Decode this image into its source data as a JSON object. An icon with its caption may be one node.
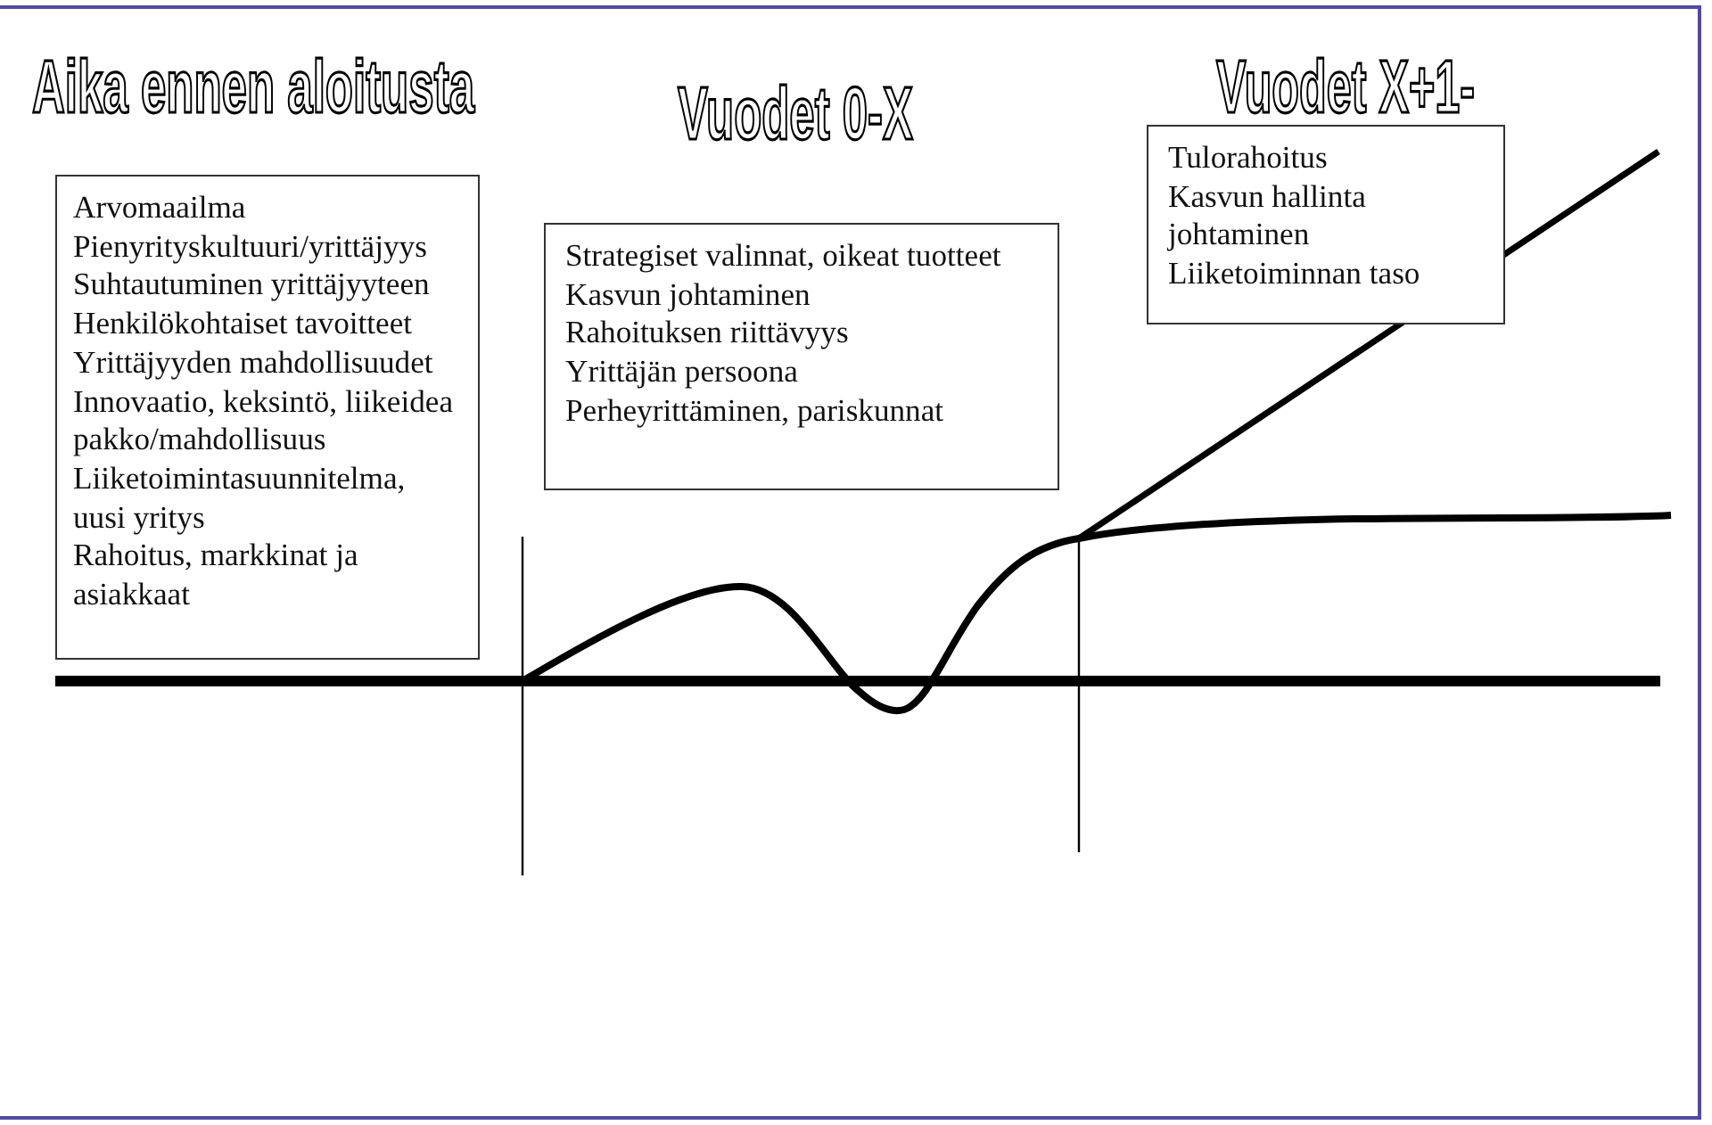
{
  "diagram": {
    "nodes": [
      {
        "text": [
          "Arvomaailma",
          "Pienyrityskultuuri/yrittäjyys",
          "Suhtautuminen yrittäjyyteen",
          "Henkilökohtaiset tavoitteet",
          "Yrittäjyyden mahdollisuudet",
          "Innovaatio, keksintö, liikeidea pakko/mahdollisuus",
          "Liiketoimintasuunnitelma, uusi yritys",
          "Rahoitus, markkinat ja asiakkaat"
        ]
      },
      {
        "text": [
          "Strategiset valinnat, oikeat tuotteet",
          "Kasvun johtaminen",
          "Rahoituksen riittävyys",
          "Yrittäjän persoona",
          "Perheyrittäminen, pariskunnat"
        ]
      },
      {
        "text": [
          "Tulorahoitus",
          "Kasvun hallinta johtaminen",
          "Liiketoiminnan taso"
        ]
      }
    ],
    "labels": [
      "Aika ennen aloitusta",
      "Vuodet 0-X",
      "Vuodet X+1-"
    ]
  }
}
